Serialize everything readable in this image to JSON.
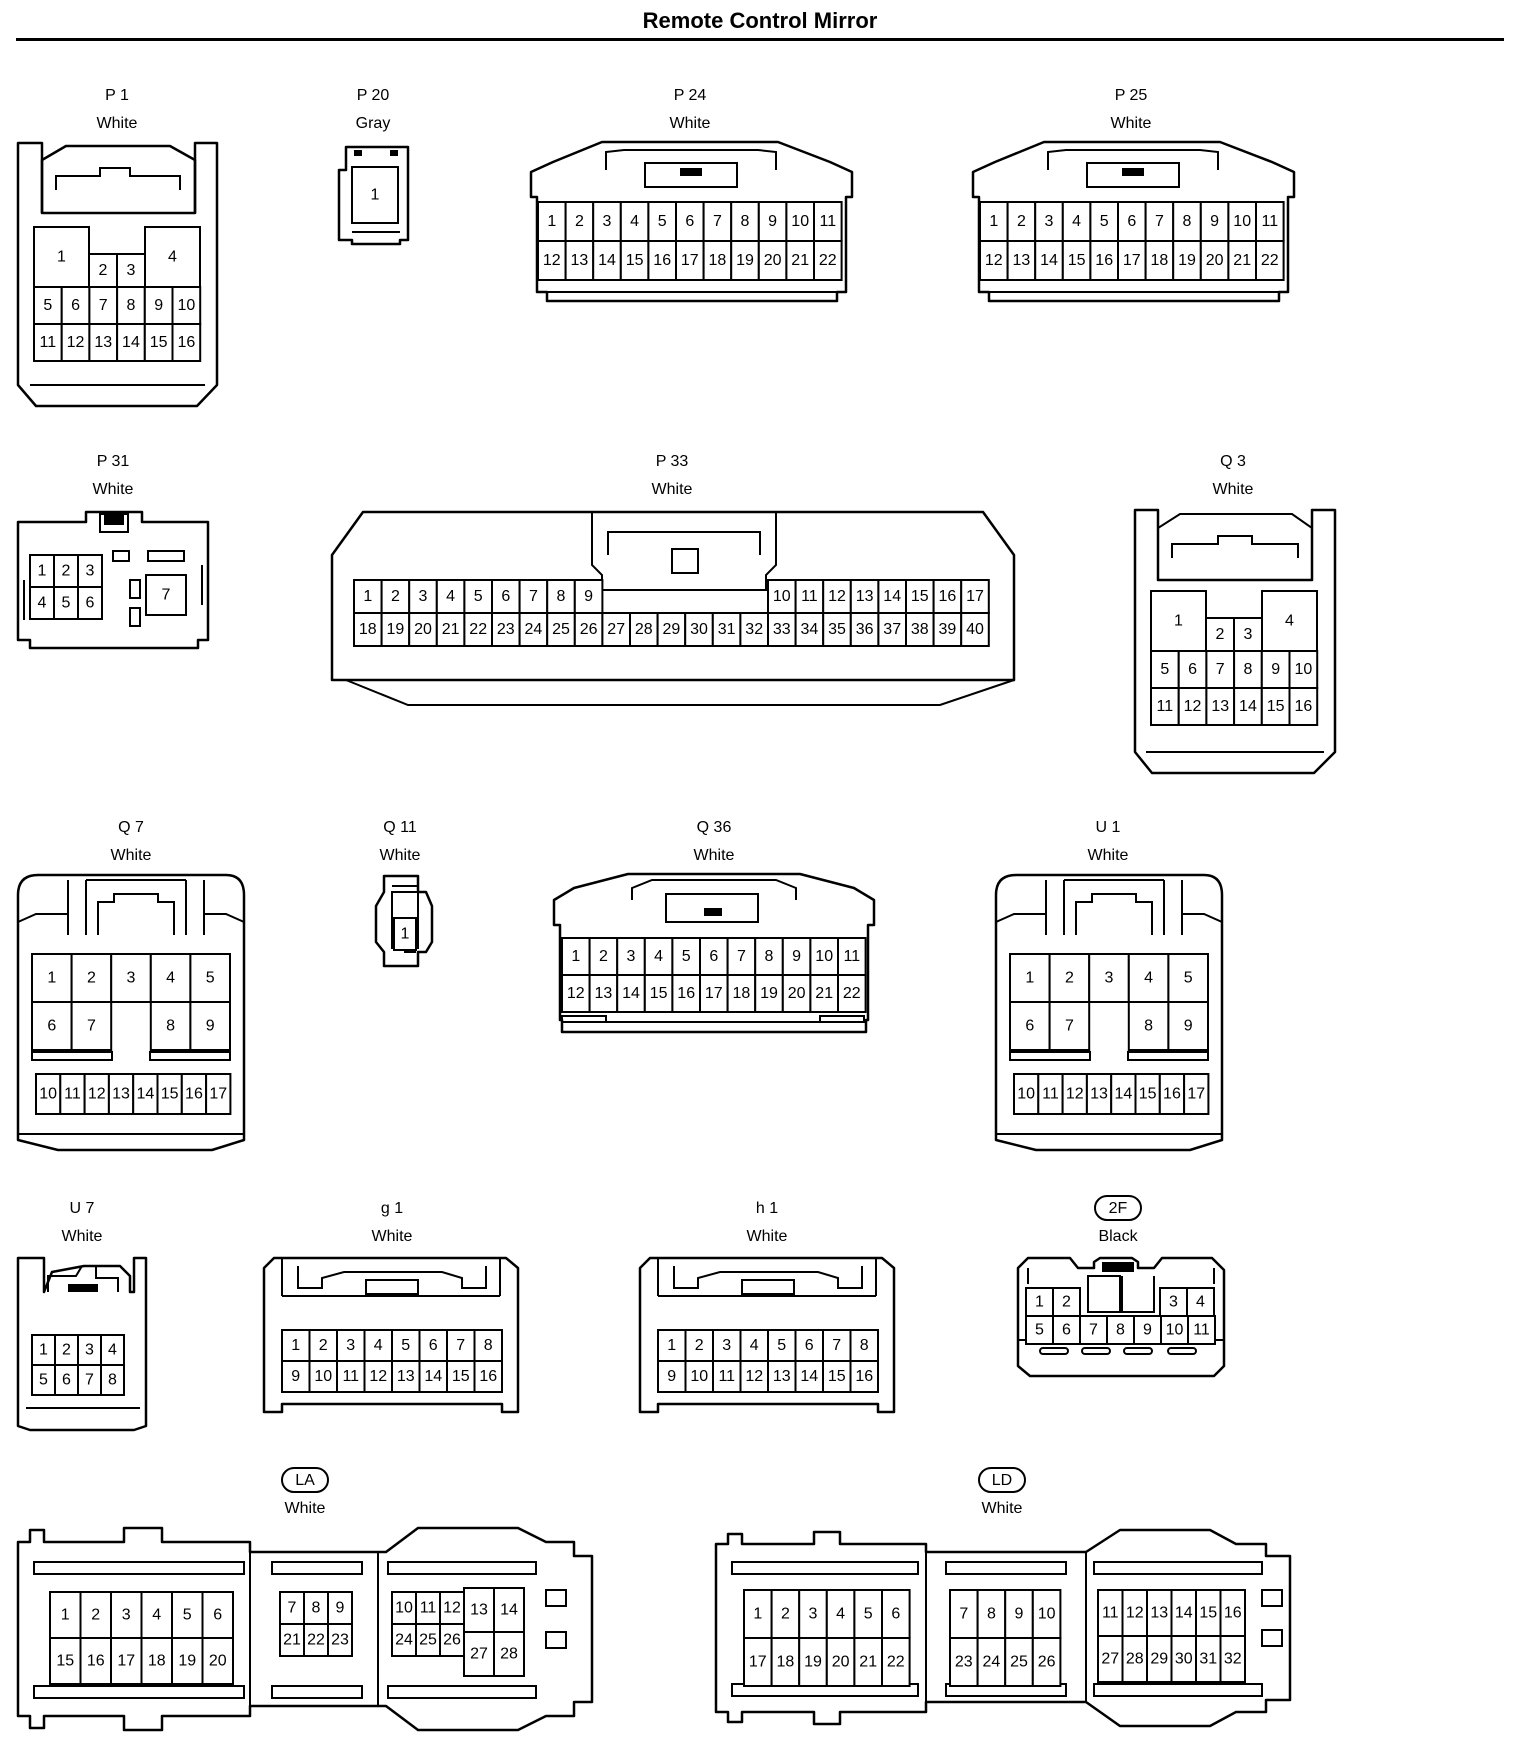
{
  "title": "Remote Control Mirror",
  "connectors": [
    {
      "id": "p1",
      "code": "P 1",
      "color": "White"
    },
    {
      "id": "p20",
      "code": "P 20",
      "color": "Gray"
    },
    {
      "id": "p24",
      "code": "P 24",
      "color": "White"
    },
    {
      "id": "p25",
      "code": "P 25",
      "color": "White"
    },
    {
      "id": "p31",
      "code": "P 31",
      "color": "White"
    },
    {
      "id": "p33",
      "code": "P 33",
      "color": "White"
    },
    {
      "id": "q3",
      "code": "Q 3",
      "color": "White"
    },
    {
      "id": "q7",
      "code": "Q 7",
      "color": "White"
    },
    {
      "id": "q11",
      "code": "Q 11",
      "color": "White"
    },
    {
      "id": "q36",
      "code": "Q 36",
      "color": "White"
    },
    {
      "id": "u1",
      "code": "U 1",
      "color": "White"
    },
    {
      "id": "u7",
      "code": "U 7",
      "color": "White"
    },
    {
      "id": "g1",
      "code": "g 1",
      "color": "White"
    },
    {
      "id": "h1",
      "code": "h 1",
      "color": "White"
    },
    {
      "id": "2f",
      "code": "2F",
      "color": "Black",
      "boxed": true
    },
    {
      "id": "la",
      "code": "LA",
      "color": "White",
      "boxed": true
    },
    {
      "id": "ld",
      "code": "LD",
      "color": "White",
      "boxed": true
    }
  ]
}
